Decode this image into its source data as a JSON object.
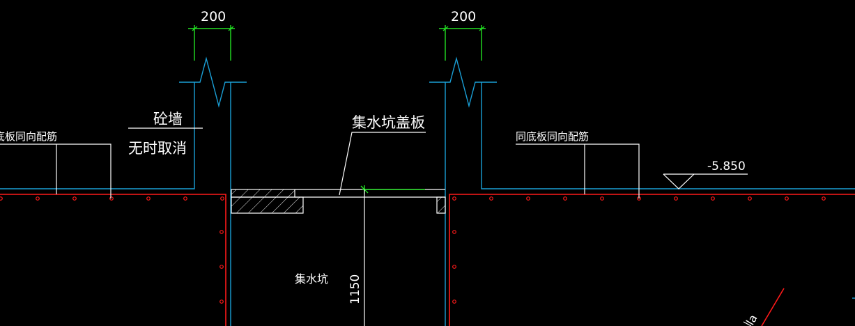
{
  "drawing": {
    "dim_left": "200",
    "dim_right": "200",
    "wall_label": "砼墙",
    "wall_note": "无时取消",
    "left_rebar_note": "底板同向配筋",
    "right_rebar_note": "同底板同向配筋",
    "cover_label": "集水坑盖板",
    "pit_label": "集水坑",
    "depth_dim": "1150",
    "elevation": "-5.850",
    "partial_text": "la"
  },
  "colors": {
    "background": "#000000",
    "wall": "#1a9fd6",
    "dimension": "#22e022",
    "rebar": "#ff1a1a",
    "lines": "#ffffff"
  }
}
